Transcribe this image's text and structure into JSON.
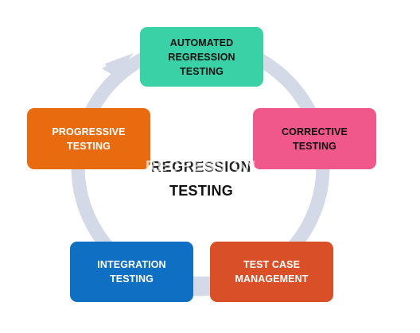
{
  "diagram": {
    "center": {
      "line1": "REGRESSION",
      "line2": "TESTING"
    },
    "nodes": {
      "automated": "AUTOMATED\nREGRESSION\nTESTING",
      "corrective": "CORRECTIVE\nTESTING",
      "test_case": "TEST CASE\nMANAGEMENT",
      "integration": "INTEGRATION\nTESTING",
      "progressive": "PROGRESSIVE\nTESTING"
    },
    "colors": {
      "automated": "#3bd1a6",
      "corrective": "#f0578a",
      "test_case": "#d94f28",
      "integration": "#0f6fc2",
      "progressive": "#e96b0f",
      "cycle_arrow": "#d3d9e6"
    }
  }
}
